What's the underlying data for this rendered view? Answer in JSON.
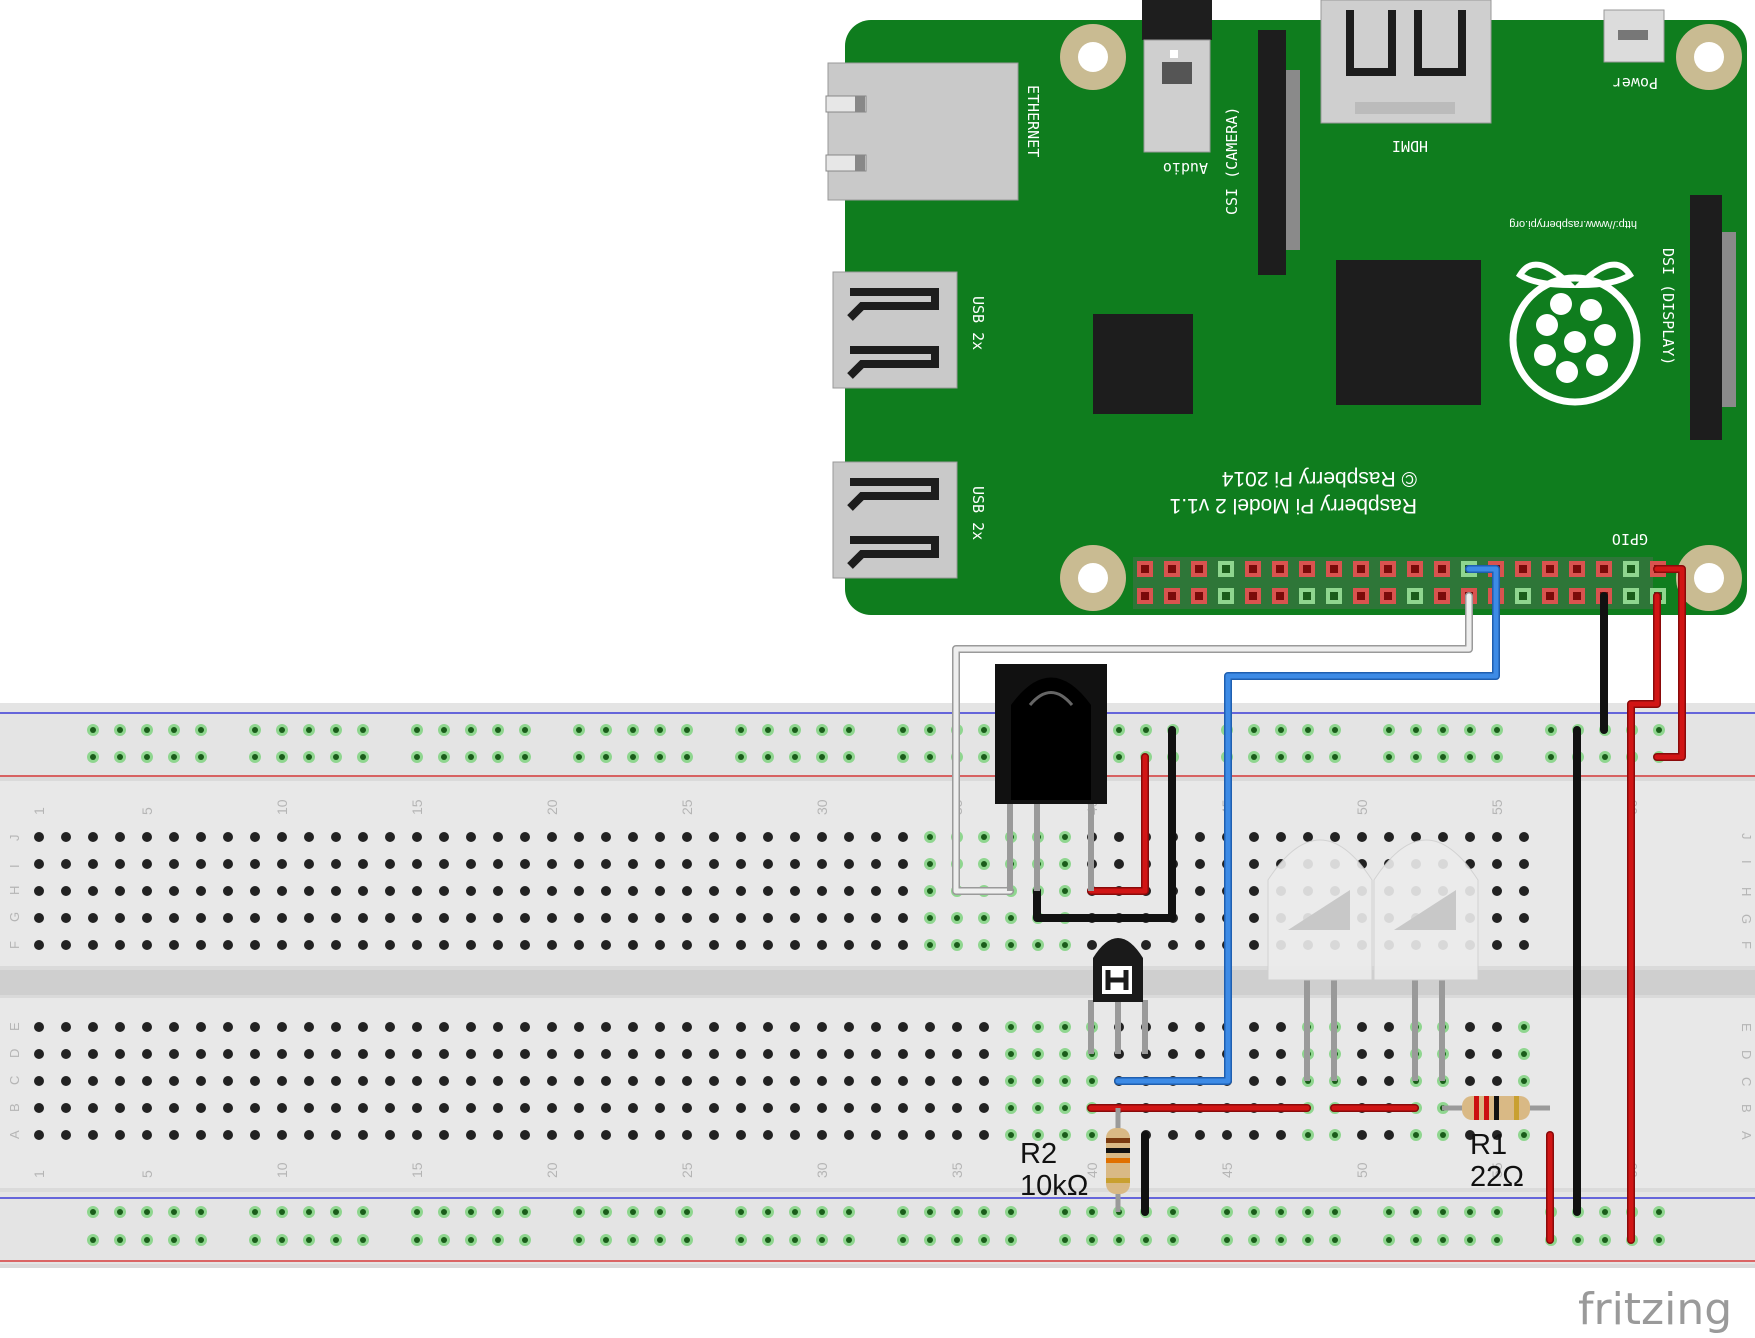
{
  "pi": {
    "model_line": "Raspberry Pi Model 2 v1.1",
    "copyright_line": "© Raspberry Pi 2014",
    "url": "http://www.raspberrypi.org",
    "labels": {
      "ethernet": "ETHERNET",
      "usb_top": "USB 2x",
      "usb_bottom": "USB 2x",
      "audio": "Audio",
      "camera": "CSI (CAMERA)",
      "hdmi": "HDMI",
      "power": "Power",
      "display": "DSI (DISPLAY)",
      "gpio": "GPIO"
    }
  },
  "breadboard": {
    "columns_top": [
      "1",
      "5",
      "10",
      "15",
      "20",
      "25",
      "30",
      "35",
      "40",
      "45",
      "50",
      "55",
      "60"
    ],
    "columns_bottom": [
      "1",
      "5",
      "10",
      "15",
      "20",
      "25",
      "30",
      "35",
      "40",
      "45",
      "50",
      "55",
      "60"
    ],
    "rows_top": [
      "J",
      "I",
      "H",
      "G",
      "F"
    ],
    "rows_bottom": [
      "E",
      "D",
      "C",
      "B",
      "A"
    ]
  },
  "components": {
    "r2_name": "R2",
    "r2_value": "10kΩ",
    "r1_name": "R1",
    "r1_value": "22Ω"
  },
  "brand": "fritzing",
  "colors": {
    "pcb": "#0f7d1e",
    "wire_red": "#cc1010",
    "wire_black": "#222222",
    "wire_blue": "#2f78d8",
    "wire_white": "#e9e9e9",
    "breadboard": "#dcdcdc"
  }
}
